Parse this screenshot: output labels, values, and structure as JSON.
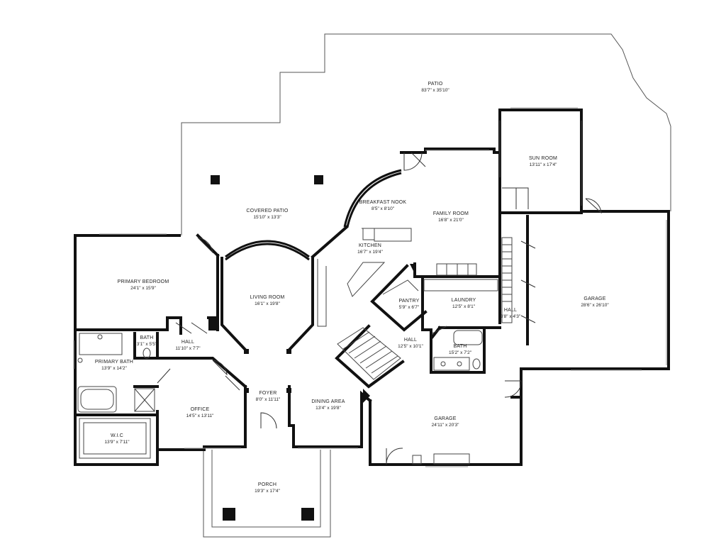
{
  "rooms": [
    {
      "name": "PATIO",
      "dims": "83'7\" x 35'10\""
    },
    {
      "name": "SUN ROOM",
      "dims": "13'11\" x 17'4\""
    },
    {
      "name": "COVERED PATIO",
      "dims": "15'10\" x 13'3\""
    },
    {
      "name": "BREAKFAST NOOK",
      "dims": "8'5\" x 8'10\""
    },
    {
      "name": "FAMILY ROOM",
      "dims": "16'8\" x 21'0\""
    },
    {
      "name": "KITCHEN",
      "dims": "16'7\" x 19'4\""
    },
    {
      "name": "PRIMARY BEDROOM",
      "dims": "24'1\" x 15'9\""
    },
    {
      "name": "LIVING ROOM",
      "dims": "16'1\" x 19'8\""
    },
    {
      "name": "PANTRY",
      "dims": "5'9\" x 6'7\""
    },
    {
      "name": "LAUNDRY",
      "dims": "12'5\" x 8'1\""
    },
    {
      "name": "GARAGE",
      "dims": "28'6\" x 26'10\""
    },
    {
      "name": "HALL",
      "dims": "3'8\" x 4'3\""
    },
    {
      "name": "BATH",
      "dims": "3'1\" x 5'5\""
    },
    {
      "name": "HALL",
      "dims": "11'10\" x 7'7\""
    },
    {
      "name": "HALL",
      "dims": "12'5\" x 10'1\""
    },
    {
      "name": "BATH",
      "dims": "15'2\" x 7'2\""
    },
    {
      "name": "PRIMARY BATH",
      "dims": "13'9\" x 14'2\""
    },
    {
      "name": "FOYER",
      "dims": "8'0\" x 11'11\""
    },
    {
      "name": "DINING AREA",
      "dims": "13'4\" x 19'8\""
    },
    {
      "name": "OFFICE",
      "dims": "14'5\" x 13'11\""
    },
    {
      "name": "GARAGE",
      "dims": "24'11\" x 20'3\""
    },
    {
      "name": "W.I.C",
      "dims": "13'9\" x 7'11\""
    },
    {
      "name": "PORCH",
      "dims": "19'3\" x 17'4\""
    }
  ]
}
